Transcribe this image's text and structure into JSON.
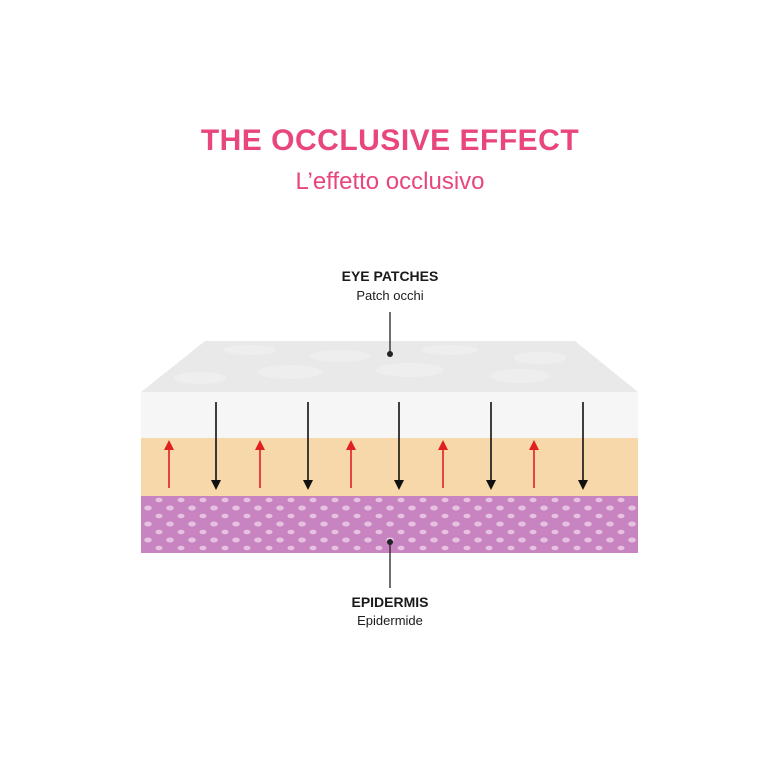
{
  "title": "THE OCCLUSIVE EFFECT",
  "subtitle": "L’effetto occlusivo",
  "top_label": {
    "main": "EYE PATCHES",
    "sub": "Patch occhi"
  },
  "bottom_label": {
    "main": "EPIDERMIS",
    "sub": "Epidermide"
  },
  "colors": {
    "title": "#e8467c",
    "patch_top": "#e9e9e9",
    "patch_front": "#f6f6f6",
    "skin_layer": "#f7d8ab",
    "epidermis": "#c784c0",
    "epidermis_cells": "#e6c2e0",
    "arrow_down": "#111111",
    "arrow_up": "#e02020"
  },
  "arrows": {
    "down_count": 5,
    "up_count": 5
  },
  "icons": [
    "arrow-down-icon",
    "arrow-up-icon",
    "leader-dot-icon"
  ]
}
